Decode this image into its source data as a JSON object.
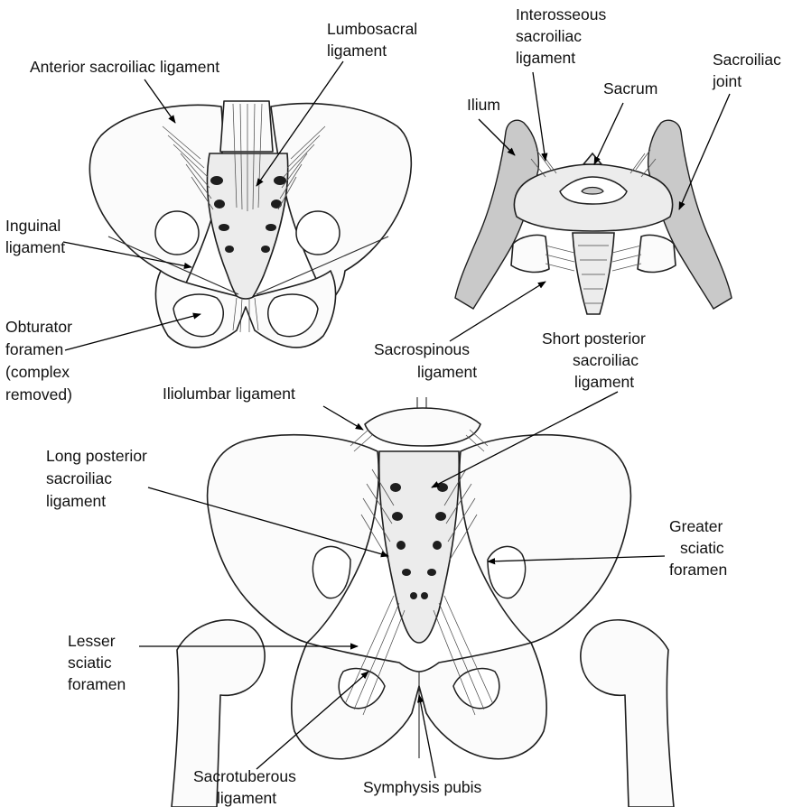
{
  "labels": {
    "anterior_sacroiliac": [
      "Anterior sacroiliac ligament"
    ],
    "lumbosacral": [
      "Lumbosacral",
      "ligament"
    ],
    "interosseous": [
      "Interosseous",
      "sacroiliac",
      "ligament"
    ],
    "sacroiliac_joint": [
      "Sacroiliac",
      "joint"
    ],
    "ilium": [
      "Ilium"
    ],
    "sacrum": [
      "Sacrum"
    ],
    "inguinal": [
      "Inguinal",
      "ligament"
    ],
    "obturator": [
      "Obturator",
      "foramen",
      "(complex",
      "removed)"
    ],
    "sacrospinous": [
      "Sacrospinous",
      "ligament"
    ],
    "short_posterior": [
      "Short posterior",
      "sacroiliac",
      "ligament"
    ],
    "iliolumbar": [
      "Iliolumbar ligament"
    ],
    "long_posterior": [
      "Long posterior",
      "sacroiliac",
      "ligament"
    ],
    "greater_sciatic": [
      "Greater",
      "sciatic",
      "foramen"
    ],
    "lesser_sciatic": [
      "Lesser",
      "sciatic",
      "foramen"
    ],
    "sacrotuberous": [
      "Sacrotuberous",
      "ligament"
    ],
    "symphysis": [
      "Symphysis pubis"
    ]
  }
}
